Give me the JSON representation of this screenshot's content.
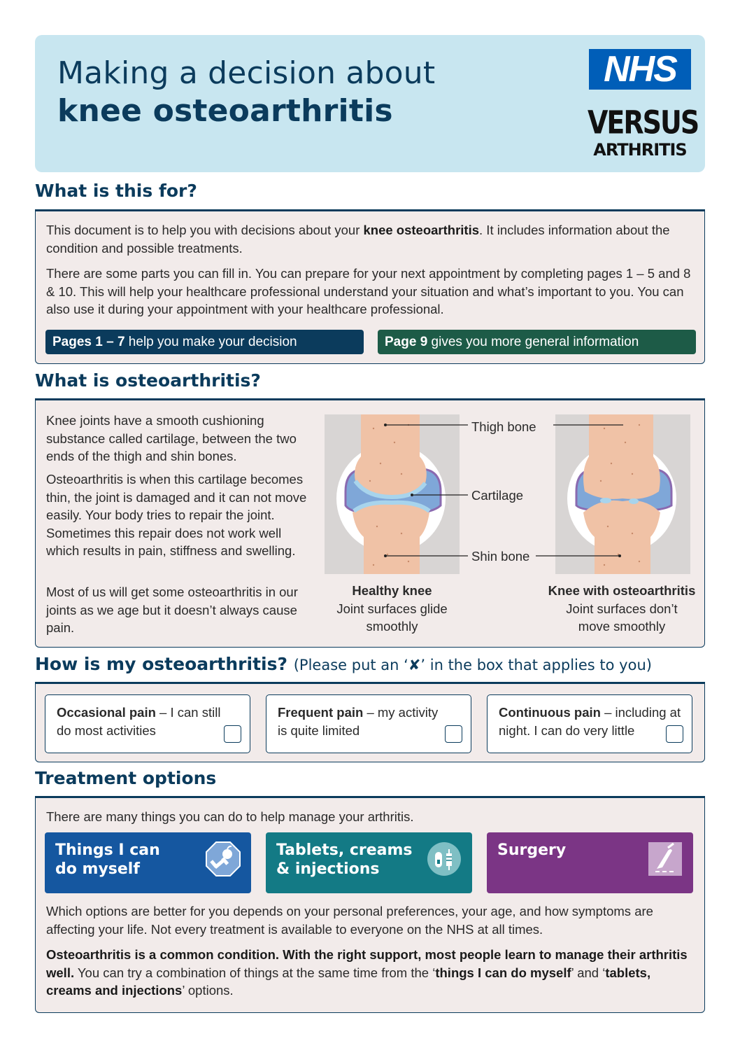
{
  "header": {
    "title_line1": "Making a decision about",
    "title_line2": "knee osteoarthritis",
    "nhs_logo": "NHS",
    "versus_logo_line1": "VERSUS",
    "versus_logo_line2": "ARTHRITIS"
  },
  "what_for": {
    "title": "What is this for?",
    "para1_pre": "This document is to help you with decisions about your ",
    "para1_bold": "knee osteoarthritis",
    "para1_post": ". It includes information about the condition and possible treatments.",
    "para2": "There are some parts you can fill in. You can prepare for your next appointment by completing pages 1 – 5 and 8 & 10. This will help your healthcare professional understand your situation and what’s important to you. You can also use it during your appointment with your healthcare professional.",
    "pill1_bold": "Pages 1 – 7",
    "pill1_rest": " help you make your decision",
    "pill2_bold": "Page 9",
    "pill2_rest": " gives you more general information",
    "pill1_color": "#0b3b5c",
    "pill2_color": "#1d5b47"
  },
  "what_is": {
    "title": "What is osteoarthritis?",
    "para1": "Knee joints have a smooth cushioning substance called cartilage, between the two ends of the thigh and shin bones.",
    "para2": "Osteoarthritis is when this cartilage becomes thin, the joint is damaged and it can not move easily. Your body tries to repair the joint. Sometimes this repair does not work well which results in pain, stiffness and swelling.",
    "para3": "Most of us will get some osteoarthritis in our joints as we age but it doesn’t always cause pain.",
    "label_thigh": "Thigh bone",
    "label_cartilage": "Cartilage",
    "label_shin": "Shin bone",
    "healthy_title": "Healthy knee",
    "healthy_desc": "Joint surfaces glide smoothly",
    "oa_title": "Knee with osteoarthritis",
    "oa_desc": "Joint surfaces don’t move smoothly"
  },
  "how_is": {
    "title": "How is my osteoarthritis?",
    "subtitle": "(Please put an ‘✘’ in the box that applies to you)",
    "options": [
      {
        "bold": "Occasional pain",
        "rest": " – I can still do most activities"
      },
      {
        "bold": "Frequent pain",
        "rest": " – my activity is quite limited"
      },
      {
        "bold": "Continuous pain",
        "rest": " – including at night. I can do very little"
      }
    ]
  },
  "treatment": {
    "title": "Treatment options",
    "intro": "There are many things you can do to help manage your arthritis.",
    "options": [
      {
        "label": "Things I can do myself",
        "icon": "exercise-food-icon",
        "color": "#1557a0"
      },
      {
        "label": "Tablets, creams & injections",
        "icon": "medicine-icon",
        "color": "#137a85"
      },
      {
        "label": "Surgery",
        "icon": "scalpel-icon",
        "color": "#7b3585"
      }
    ],
    "para1": "Which options are better for you depends on your personal preferences, your age, and how symptoms are affecting your life. Not every treatment is available to everyone on the NHS at all times.",
    "para2_bold": "Osteoarthritis is a common condition. With the right support, most people learn to manage their arthritis well.",
    "para2_a": " You can try a combination of things at the same time from the ‘",
    "para2_b_bold": "things I can do myself",
    "para2_c": "’ and ‘",
    "para2_d_bold": "tablets, creams and injections",
    "para2_e": "’ options."
  }
}
